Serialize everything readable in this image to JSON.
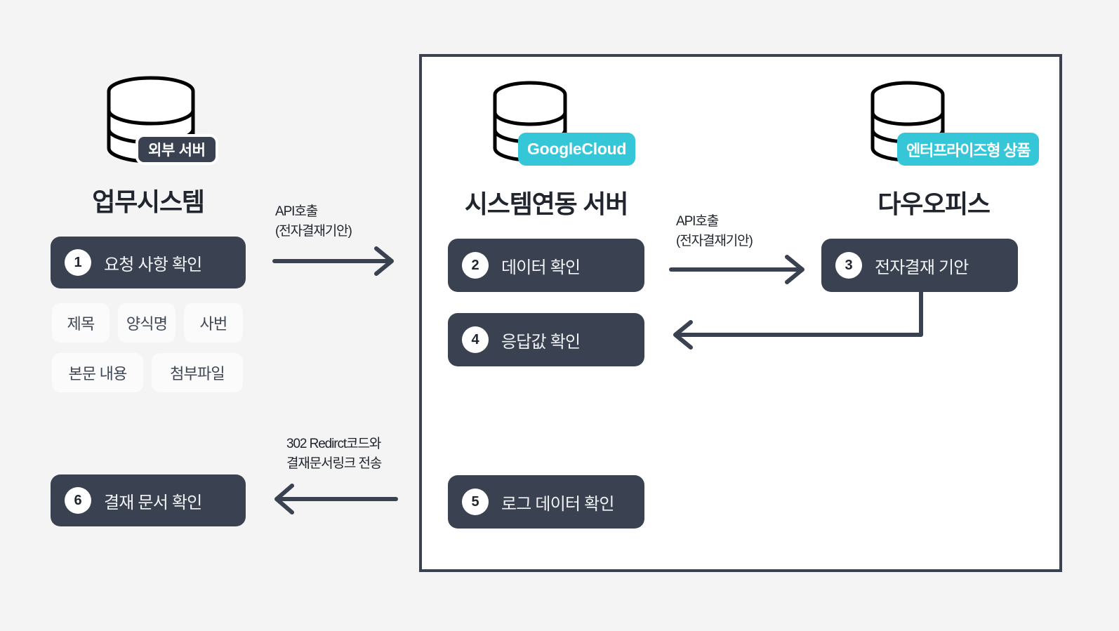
{
  "diagram": {
    "background_color": "#f4f4f4",
    "accent_dark": "#3a4150",
    "accent_teal": "#35c6d8",
    "chip_bg": "#fbfbfc"
  },
  "columns": [
    {
      "id": "external",
      "title": "업무시스템",
      "icon": "database-icon",
      "badge": {
        "text": "외부 서버",
        "style": "dark"
      },
      "steps": [
        {
          "num": "1",
          "label": "요청 사항 확인"
        },
        {
          "num": "6",
          "label": "결재 문서 확인"
        }
      ],
      "chips": [
        "제목",
        "양식명",
        "사번",
        "본문 내용",
        "첨부파일"
      ]
    },
    {
      "id": "integration",
      "title": "시스템연동 서버",
      "icon": "database-icon",
      "badge": {
        "text": "GoogleCloud",
        "style": "teal"
      },
      "steps": [
        {
          "num": "2",
          "label": "데이터 확인"
        },
        {
          "num": "4",
          "label": "응답값 확인"
        },
        {
          "num": "5",
          "label": "로그 데이터 확인"
        }
      ]
    },
    {
      "id": "daouoffice",
      "title": "다우오피스",
      "icon": "database-icon",
      "badge": {
        "text": "엔터프라이즈형 상품",
        "style": "teal"
      },
      "steps": [
        {
          "num": "3",
          "label": "전자결재 기안"
        }
      ]
    }
  ],
  "connectors": [
    {
      "id": "api-call-1",
      "line1": "API호출",
      "line2": "(전자결재기안)",
      "direction": "right"
    },
    {
      "id": "api-call-2",
      "line1": "API호출",
      "line2": "(전자결재기안)",
      "direction": "right"
    },
    {
      "id": "response-return",
      "line1": "",
      "line2": "",
      "direction": "elbow-left"
    },
    {
      "id": "redirect-return",
      "line1": "302 Redirct코드와",
      "line2": "결재문서링크 전송",
      "direction": "left"
    }
  ]
}
